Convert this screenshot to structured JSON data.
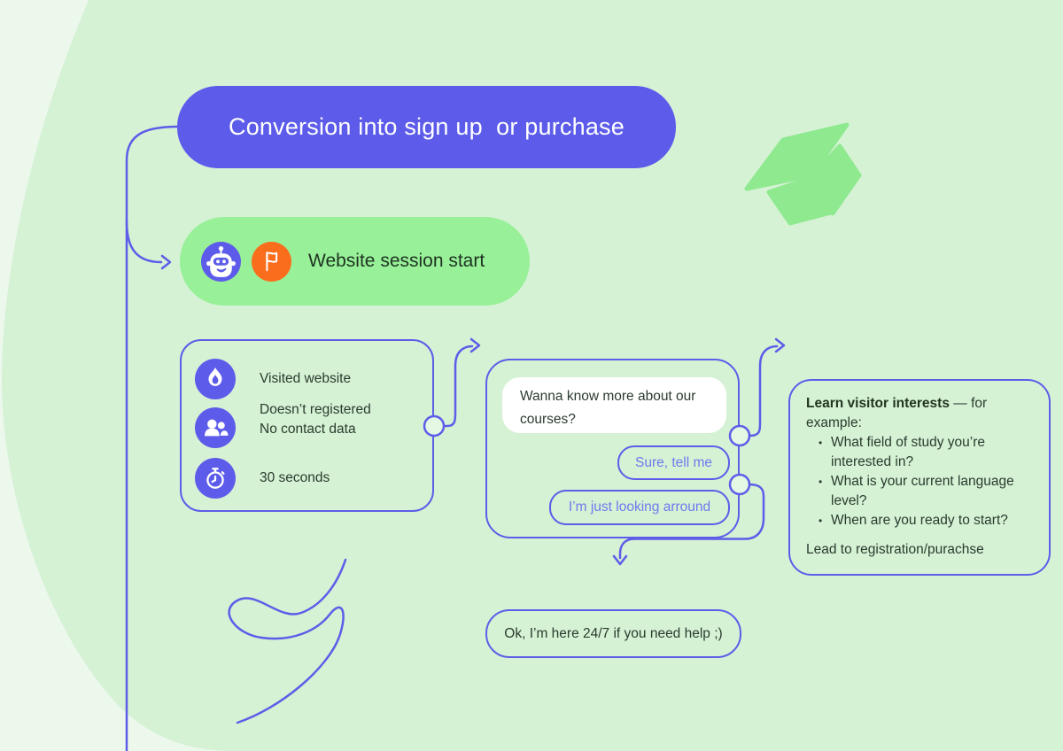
{
  "colors": {
    "background_base": "#EDF8ED",
    "background_blob": "#D5F2D5",
    "accent_purple": "#5D5CEA",
    "line_purple": "#5D5DE8",
    "bubble_green": "#98F098",
    "cap_green": "#8FE98F",
    "flag_orange": "#FA6D1D",
    "option_text": "#6E79ED",
    "dark_text": "#2B3B2E"
  },
  "title_bubble": {
    "label": "Conversion into sign up  or purchase"
  },
  "start_bubble": {
    "label": "Website session start"
  },
  "criteria_box": {
    "items": [
      {
        "icon": "flame-icon",
        "label": "Visited website",
        "label2": ""
      },
      {
        "icon": "users-icon",
        "label": "Doesn’t registered",
        "label2": "No contact data"
      },
      {
        "icon": "stopwatch-icon",
        "label": "30 seconds",
        "label2": ""
      }
    ]
  },
  "chat_box": {
    "bot_message": "Wanna know more about our courses?",
    "options": [
      "Sure, tell me",
      "I’m just looking arround"
    ]
  },
  "learn_box": {
    "title_bold": "Learn visitor interests",
    "title_rest": " — for example:",
    "bullets": [
      "What field of study you’re interested in?",
      "What is your current language level?",
      "When are you ready to start?"
    ],
    "footer": "Lead to registration/purachse"
  },
  "followup_bubble": {
    "label": "Ok, I’m here 24/7 if you need help ;)"
  }
}
